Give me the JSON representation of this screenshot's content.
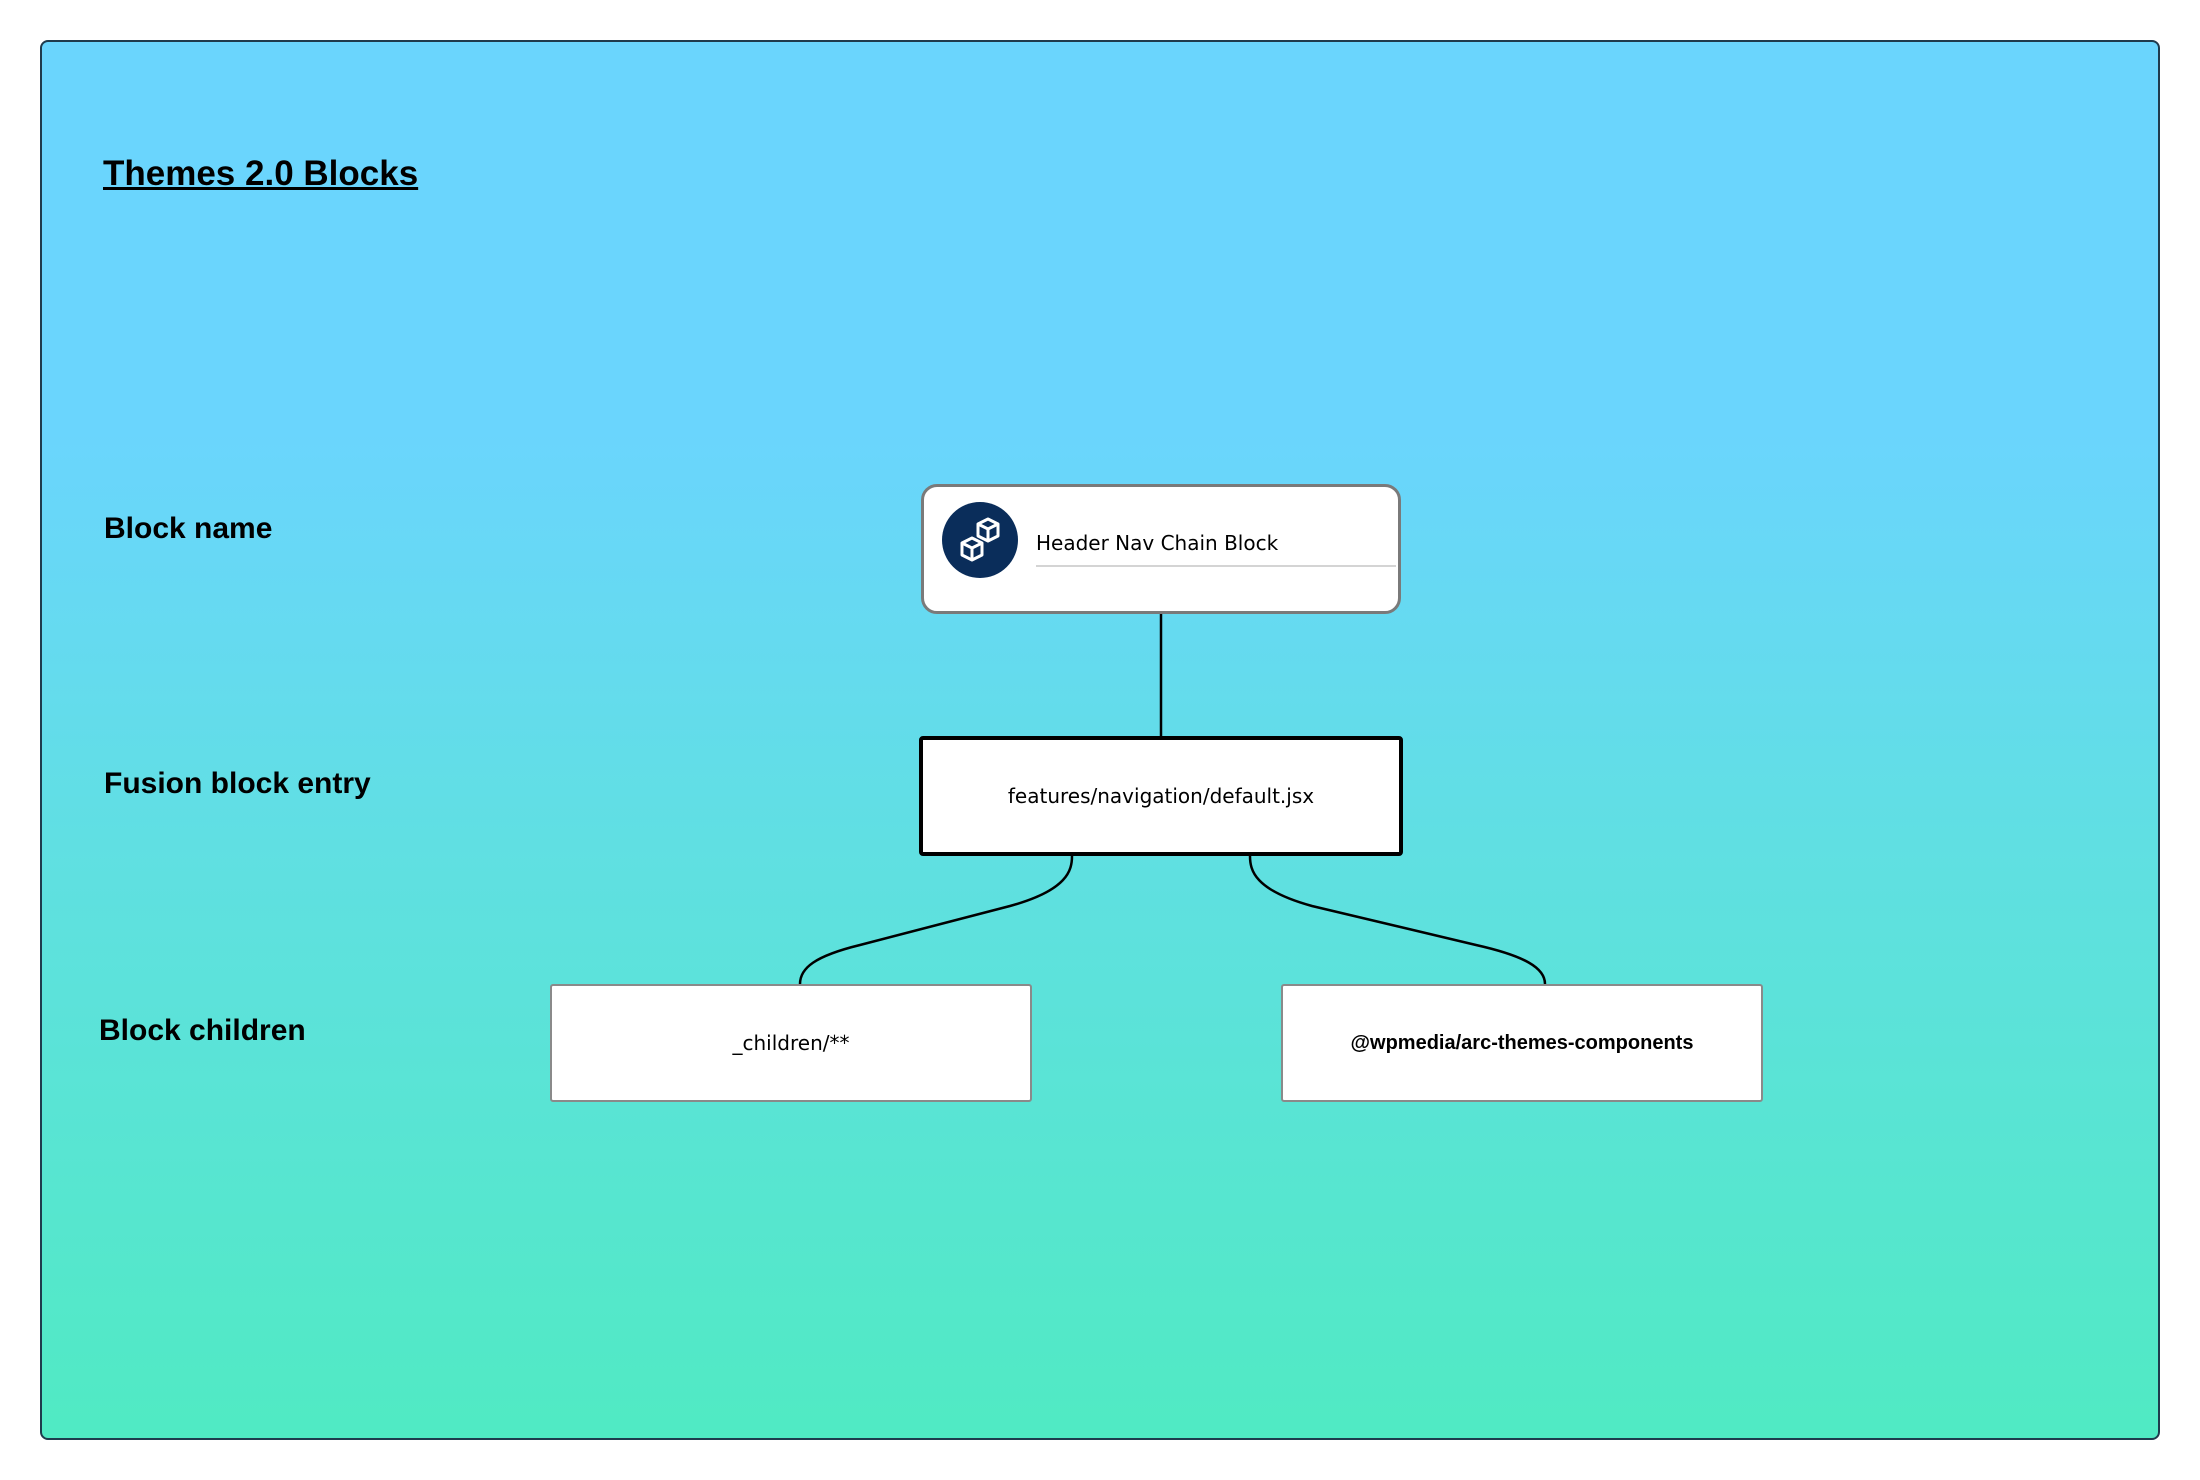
{
  "title": "Themes 2.0 Blocks",
  "row_labels": {
    "block_name": "Block name",
    "fusion_entry": "Fusion block entry",
    "block_children": "Block children"
  },
  "block": {
    "name": "Header Nav Chain Block",
    "icon": "blocks-cube-icon"
  },
  "entry": {
    "path": "features/navigation/default.jsx"
  },
  "children": [
    {
      "label": "_children/**"
    },
    {
      "label": "@wpmedia/arc-themes-components"
    }
  ],
  "colors": {
    "background_top": "#6ad5fd",
    "background_bottom": "#50eac3",
    "icon_circle": "#0a2d5a",
    "panel_border": "#1f3b4d"
  }
}
